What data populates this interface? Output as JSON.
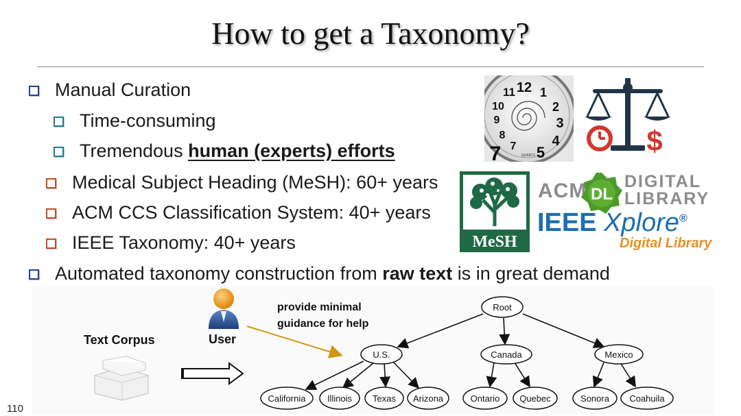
{
  "title": "How to get a Taxonomy?",
  "bullets": [
    {
      "text": "Manual Curation"
    },
    {
      "text": "Time-consuming"
    },
    {
      "prefix": "Tremendous ",
      "bold": "human (experts) efforts"
    },
    {
      "text": "Medical Subject Heading (MeSH): 60+ years"
    },
    {
      "text": "ACM CCS Classification System: 40+ years"
    },
    {
      "text": "IEEE Taxonomy: 40+ years"
    },
    {
      "prefix": "Automated taxonomy construction from ",
      "bold": "raw text",
      "suffix": " is in great demand"
    }
  ],
  "logos": {
    "mesh": "MeSH",
    "acm_prefix": "ACM",
    "acm_dl": "DL",
    "acm_line1": "DIGITAL",
    "acm_line2": "LIBRARY",
    "ieee_prefix": "IEEE ",
    "ieee_name": "Xplore",
    "ieee_reg": "®",
    "ieee_sub": "Digital Library",
    "clock_brand": "QUARTZ"
  },
  "diagram": {
    "text_corpus": "Text Corpus",
    "user": "User",
    "guidance_line1": "provide minimal",
    "guidance_line2": "guidance for help",
    "nodes": {
      "root": "Root",
      "us": "U.S.",
      "canada": "Canada",
      "mexico": "Mexico",
      "california": "California",
      "illinois": "Illinois",
      "texas": "Texas",
      "arizona": "Arizona",
      "ontario": "Ontario",
      "quebec": "Quebec",
      "sonora": "Sonora",
      "coahuila": "Coahuila"
    }
  },
  "page_number": "110",
  "colors": {
    "bullet_blue": "#1f3ea8",
    "bullet_teal": "#1b7c96",
    "bullet_orange": "#c0501f",
    "mesh_green": "#1e6a44",
    "ieee_blue": "#1a6fb0",
    "ieee_orange": "#e8901f",
    "scale_red": "#d2382e",
    "scale_navy": "#1f3547",
    "arrow_gold": "#d4960e"
  }
}
